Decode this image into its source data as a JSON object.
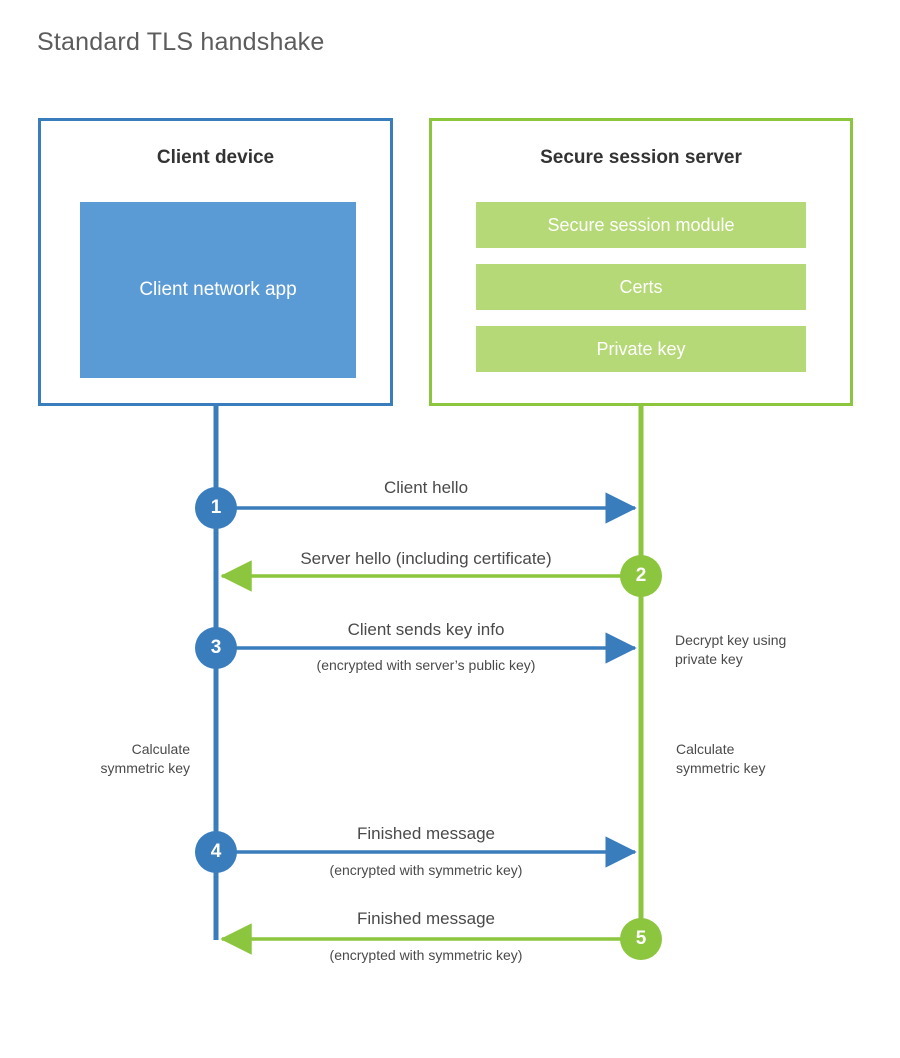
{
  "title": "Standard TLS handshake",
  "colors": {
    "client_border": "#3a7dbd",
    "client_fill": "#5b9bd5",
    "server_border": "#8cc63e",
    "server_fill": "#b5d976",
    "text": "#4a4a4a",
    "title_text": "#5c5c5c"
  },
  "parties": {
    "client": {
      "title": "Client device",
      "app_label": "Client network app"
    },
    "server": {
      "title": "Secure session server",
      "components": [
        "Secure session module",
        "Certs",
        "Private key"
      ]
    }
  },
  "steps": [
    {
      "number": "1",
      "label": "Client hello",
      "sub": "",
      "direction": "client-to-server",
      "color": "#3a7dbd"
    },
    {
      "number": "2",
      "label": "Server hello (including certificate)",
      "sub": "",
      "direction": "server-to-client",
      "color": "#8cc63e"
    },
    {
      "number": "3",
      "label": "Client sends key info",
      "sub": "(encrypted with server’s public key)",
      "direction": "client-to-server",
      "color": "#3a7dbd"
    },
    {
      "number": "4",
      "label": "Finished message",
      "sub": "(encrypted with symmetric key)",
      "direction": "client-to-server",
      "color": "#3a7dbd"
    },
    {
      "number": "5",
      "label": "Finished message",
      "sub": "(encrypted with symmetric key)",
      "direction": "server-to-client",
      "color": "#8cc63e"
    }
  ],
  "annotations": {
    "decrypt_key": "Decrypt key using\nprivate key",
    "decrypt_key_line1": "Decrypt key using",
    "decrypt_key_line2": "private key",
    "calc_client_line1": "Calculate",
    "calc_client_line2": "symmetric key",
    "calc_server_line1": "Calculate",
    "calc_server_line2": "symmetric key"
  }
}
